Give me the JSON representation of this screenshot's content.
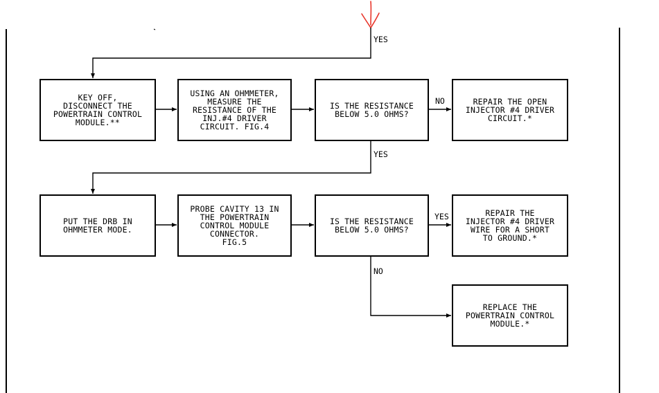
{
  "boxes": {
    "key_off": "KEY OFF,\nDISCONNECT THE\nPOWERTRAIN CONTROL\nMODULE.**",
    "using_ohmmeter": "USING AN OHMMETER,\nMEASURE THE\nRESISTANCE OF THE\nINJ.#4 DRIVER\nCIRCUIT. FIG.4",
    "decision1": "IS THE RESISTANCE\nBELOW 5.0 OHMS?",
    "repair_open": "REPAIR THE OPEN\nINJECTOR #4 DRIVER\nCIRCUIT.*",
    "put_drb": "PUT THE DRB IN\nOHMMETER MODE.",
    "probe_cavity": "PROBE CAVITY 13 IN\nTHE POWERTRAIN\nCONTROL MODULE\nCONNECTOR.\nFIG.5",
    "decision2": "IS THE RESISTANCE\nBELOW 5.0 OHMS?",
    "repair_short": "REPAIR THE\nINJECTOR #4 DRIVER\nWIRE FOR A SHORT\nTO GROUND.*",
    "replace_pcm": "REPLACE THE\nPOWERTRAIN CONTROL\nMODULE.*"
  },
  "labels": {
    "yes_top": "YES",
    "no_1": "NO",
    "yes_mid": "YES",
    "yes_2": "YES",
    "no_2": "NO"
  },
  "colors": {
    "annotation": "#e8352a"
  }
}
